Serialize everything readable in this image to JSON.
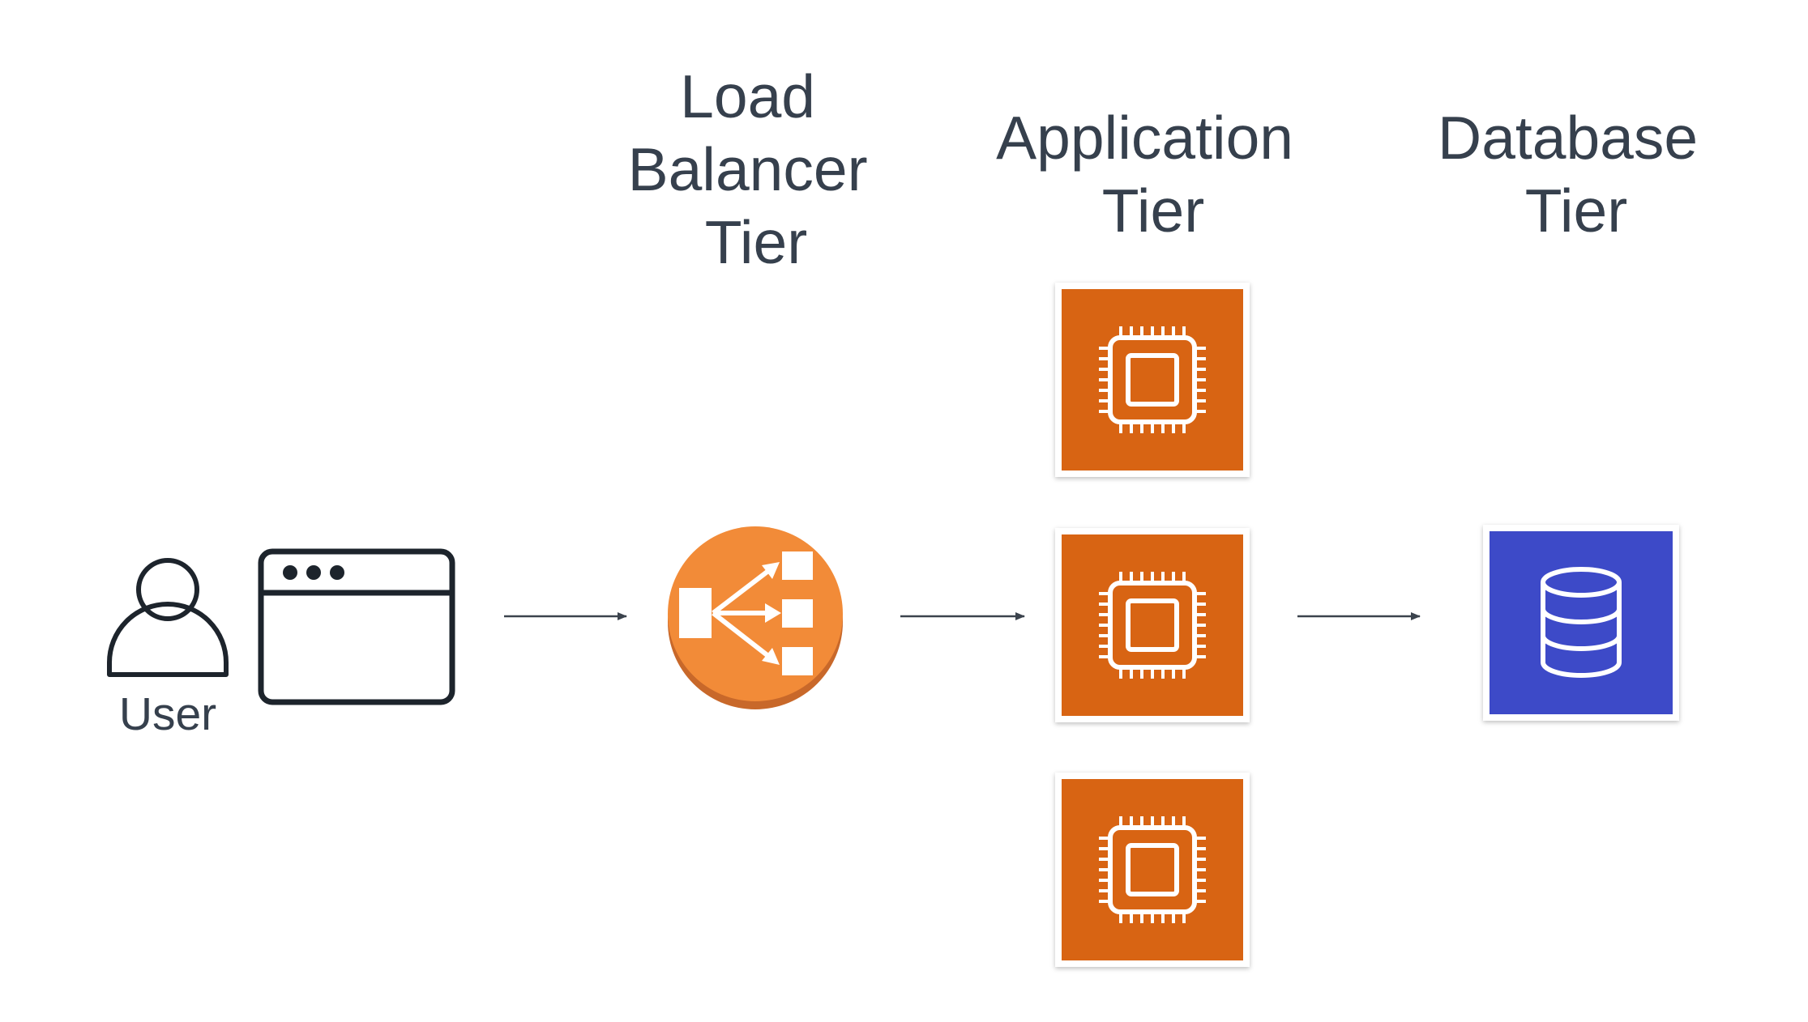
{
  "labels": {
    "load_balancer_tier": [
      "Load",
      "Balancer",
      "Tier"
    ],
    "application_tier": [
      "Application",
      "Tier"
    ],
    "database_tier": [
      "Database",
      "Tier"
    ],
    "user": "User"
  },
  "icons": {
    "user": "user-icon",
    "browser": "browser-window-icon",
    "load_balancer": "load-balancer-icon",
    "app_servers": [
      "compute-chip-icon",
      "compute-chip-icon",
      "compute-chip-icon"
    ],
    "database": "database-icon"
  },
  "colors": {
    "text": "#36404d",
    "outline": "#1d242c",
    "arrow": "#3b434d",
    "load_balancer": "#f28b38",
    "load_balancer_shadow": "#c8682a",
    "compute": "#d86413",
    "database": "#3d4ac8",
    "icon_glyph": "#ffffff"
  }
}
